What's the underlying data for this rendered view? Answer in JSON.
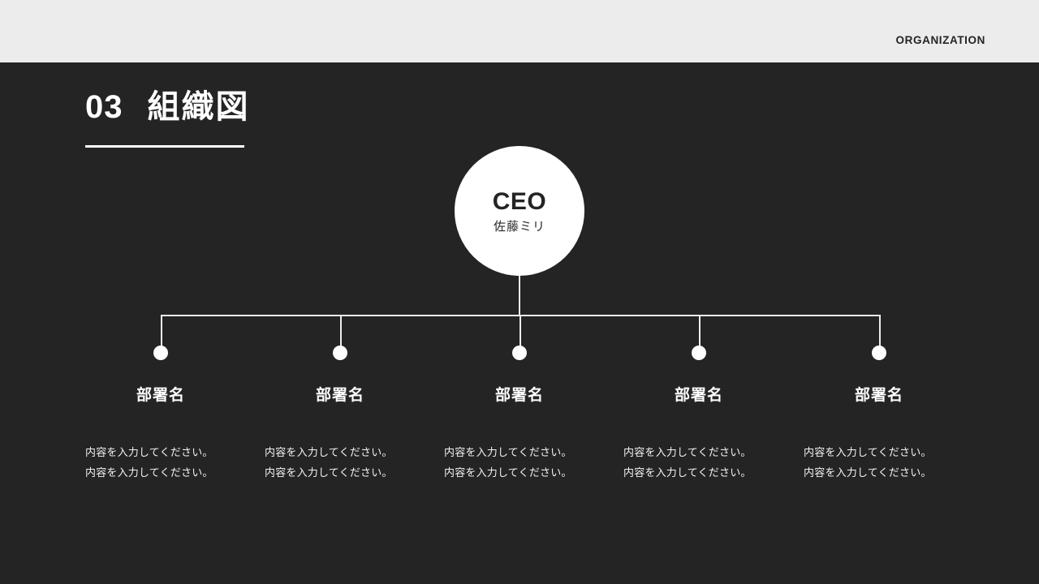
{
  "header": {
    "label": "ORGANIZATION",
    "bg_color": "#ECECEC",
    "text_color": "#242424"
  },
  "slide": {
    "bg_color": "#242424",
    "accent_color": "#FFFFFF"
  },
  "title": {
    "number": "03",
    "text": "組織図"
  },
  "chart_data": {
    "type": "org-chart",
    "root": {
      "role": "CEO",
      "name": "佐藤ミリ"
    },
    "nodes": [
      {
        "name": "部署名",
        "description_lines": [
          "内容を入力してください。",
          "内容を入力してください。"
        ]
      },
      {
        "name": "部署名",
        "description_lines": [
          "内容を入力してください。",
          "内容を入力してください。"
        ]
      },
      {
        "name": "部署名",
        "description_lines": [
          "内容を入力してください。",
          "内容を入力してください。"
        ]
      },
      {
        "name": "部署名",
        "description_lines": [
          "内容を入力してください。",
          "内容を入力してください。"
        ]
      },
      {
        "name": "部署名",
        "description_lines": [
          "内容を入力してください。",
          "内容を入力してください。"
        ]
      }
    ]
  }
}
